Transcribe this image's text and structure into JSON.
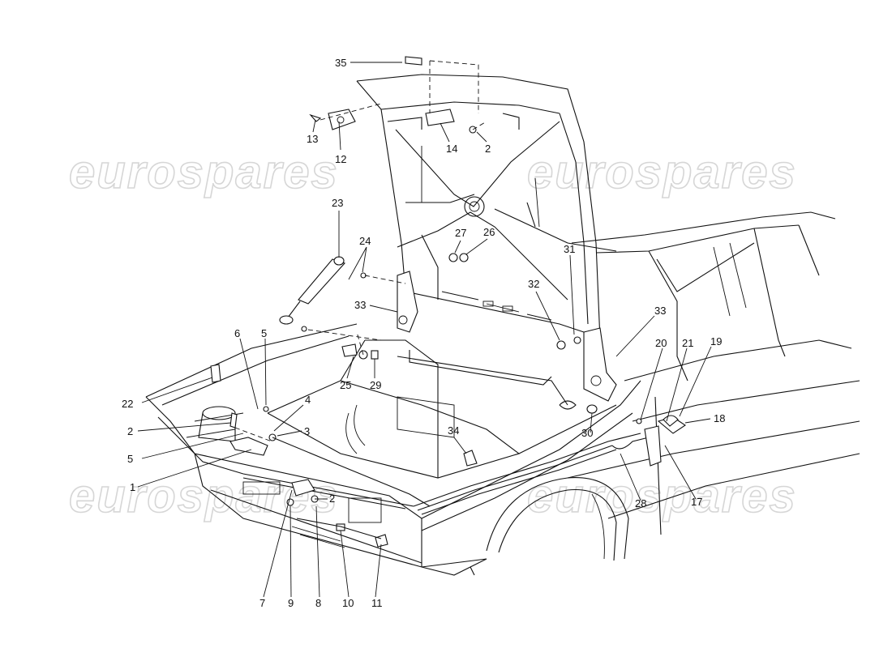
{
  "watermark": {
    "text": "eurospares",
    "color": "#d6d6d6"
  },
  "callouts": [
    {
      "id": "c35",
      "text": "35"
    },
    {
      "id": "c13",
      "text": "13"
    },
    {
      "id": "c12",
      "text": "12"
    },
    {
      "id": "c14",
      "text": "14"
    },
    {
      "id": "c2a",
      "text": "2"
    },
    {
      "id": "c23",
      "text": "23"
    },
    {
      "id": "c24",
      "text": "24"
    },
    {
      "id": "c27",
      "text": "27"
    },
    {
      "id": "c26",
      "text": "26"
    },
    {
      "id": "c31",
      "text": "31"
    },
    {
      "id": "c32",
      "text": "32"
    },
    {
      "id": "c33a",
      "text": "33"
    },
    {
      "id": "c33b",
      "text": "33"
    },
    {
      "id": "c6",
      "text": "6"
    },
    {
      "id": "c5a",
      "text": "5"
    },
    {
      "id": "c25",
      "text": "25"
    },
    {
      "id": "c29",
      "text": "29"
    },
    {
      "id": "c20",
      "text": "20"
    },
    {
      "id": "c21",
      "text": "21"
    },
    {
      "id": "c19",
      "text": "19"
    },
    {
      "id": "c18",
      "text": "18"
    },
    {
      "id": "c22",
      "text": "22"
    },
    {
      "id": "c4",
      "text": "4"
    },
    {
      "id": "c2b",
      "text": "2"
    },
    {
      "id": "c3",
      "text": "3"
    },
    {
      "id": "c5b",
      "text": "5"
    },
    {
      "id": "c1",
      "text": "1"
    },
    {
      "id": "c34",
      "text": "34"
    },
    {
      "id": "c30",
      "text": "30"
    },
    {
      "id": "c2c",
      "text": "2"
    },
    {
      "id": "c28",
      "text": "28"
    },
    {
      "id": "c17",
      "text": "17"
    },
    {
      "id": "c7",
      "text": "7"
    },
    {
      "id": "c9",
      "text": "9"
    },
    {
      "id": "c8",
      "text": "8"
    },
    {
      "id": "c10",
      "text": "10"
    },
    {
      "id": "c11",
      "text": "11"
    }
  ]
}
